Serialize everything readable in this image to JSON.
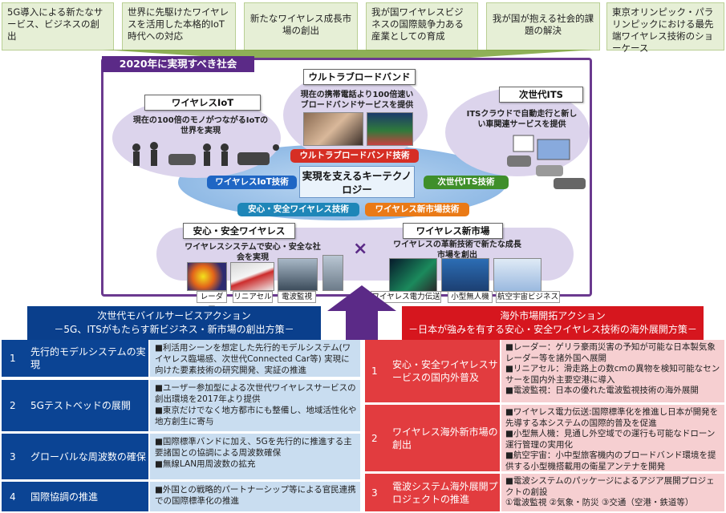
{
  "goals": [
    "5G導入による新たなサービス、ビジネスの創出",
    "世界に先駆けたワイヤレスを活用した本格的IoT時代への対応",
    "新たなワイヤレス成長市場の創出",
    "我が国ワイヤレスビジネスの国際競争力ある産業としての育成",
    "我が国が抱える社会的課題の解決",
    "東京オリンピック・パラリンピックにおける最先端ワイヤレス技術のショーケース"
  ],
  "society": {
    "title": "2020年に実現すべき社会",
    "ultra": {
      "label": "ウルトラブロードバンド",
      "desc": "現在の携帯電話より100倍速いブロードバンドサービスを提供"
    },
    "iot": {
      "label": "ワイヤレスIoT",
      "desc": "現在の100倍のモノがつながるIoTの世界を実現"
    },
    "its": {
      "label": "次世代ITS",
      "desc": "ITSクラウドで自動走行と新しい車関連サービスを提供"
    },
    "center": {
      "title": "実現を支えるキーテクノロジー"
    },
    "pills": {
      "ultra": "ウルトラブロードバンド技術",
      "iot": "ワイヤレスIoT技術",
      "its": "次世代ITS技術",
      "safety": "安心・安全ワイヤレス技術",
      "market": "ワイヤレス新市場技術"
    },
    "safety": {
      "label": "安心・安全ワイヤレス",
      "desc": "ワイヤレスシステムで安心・安全な社会を実現"
    },
    "times": "×",
    "market": {
      "label": "ワイヤレス新市場",
      "desc": "ワイヤレスの革新技術で新たな成長市場を創出"
    },
    "captions": [
      "レーダー",
      "リニアセル",
      "電波監視",
      "ワイヤレス電力伝送",
      "小型無人機",
      "航空宇宙ビジネス"
    ]
  },
  "left_action": {
    "title": "次世代モバイルサービスアクション",
    "subtitle": "－5G、ITSがもたらす新ビジネス・新市場の創出方策－",
    "rows": [
      {
        "num": "1",
        "label": "先行的モデルシステムの実現",
        "items": [
          "■利活用シーンを想定した先行的モデルシステム(ワイヤレス臨場感、次世代Connected Car等) 実現に向けた要素技術の研究開発、実証の推進"
        ]
      },
      {
        "num": "2",
        "label": "5Gテストベッドの展開",
        "items": [
          "■ユーザー参加型による次世代ワイヤレスサービスの創出環境を2017年より提供",
          "■東京だけでなく地方都市にも整備し、地域活性化や地方創生に寄与"
        ]
      },
      {
        "num": "3",
        "label": "グローバルな周波数の確保",
        "items": [
          "■国際標準バンドに加え、5Gを先行的に推進する主要諸国との協調による周波数確保",
          "■無線LAN用周波数の拡充"
        ]
      },
      {
        "num": "4",
        "label": "国際協調の推進",
        "items": [
          "■外国との戦略的パートナーシップ等による官民連携での国際標準化の推進"
        ]
      }
    ]
  },
  "right_action": {
    "title": "海外市場開拓アクション",
    "subtitle": "－日本が強みを有する安心・安全ワイヤレス技術の海外展開方策－",
    "rows": [
      {
        "num": "1",
        "label": "安心・安全ワイヤレスサービスの国内外普及",
        "items": [
          "■レーダー：ゲリラ豪雨災害の予知が可能な日本製気象レーダー等を諸外国へ展開",
          "■リニアセル：滑走路上の数cmの異物を検知可能なセンサーを国内外主要空港に導入",
          "■電波監視：日本の優れた電波監視技術の海外展開"
        ]
      },
      {
        "num": "2",
        "label": "ワイヤレス海外新市場の創出",
        "items": [
          "■ワイヤレス電力伝送:国際標準化を推進し日本が開発を先導する本システムの国際的普及を促進",
          "■小型無人機：見通し外空域での運行も可能なドローン運行管理の実用化",
          "■航空宇宙：小中型旅客機内のブロードバンド環境を提供する小型機搭載用の衛星アンテナを開発"
        ]
      },
      {
        "num": "3",
        "label": "電波システム海外展開プロジェクトの推進",
        "items": [
          "■電波システムのパッケージによるアジア展開プロジェクトの創設",
          "①電波監視 ②気象・防災 ③交通（空港・鉄道等）"
        ]
      }
    ]
  },
  "colors": {
    "purple": "#5b2a87",
    "navy": "#0b4494",
    "red": "#e23c3f",
    "goal_green": "#e6efd6"
  }
}
